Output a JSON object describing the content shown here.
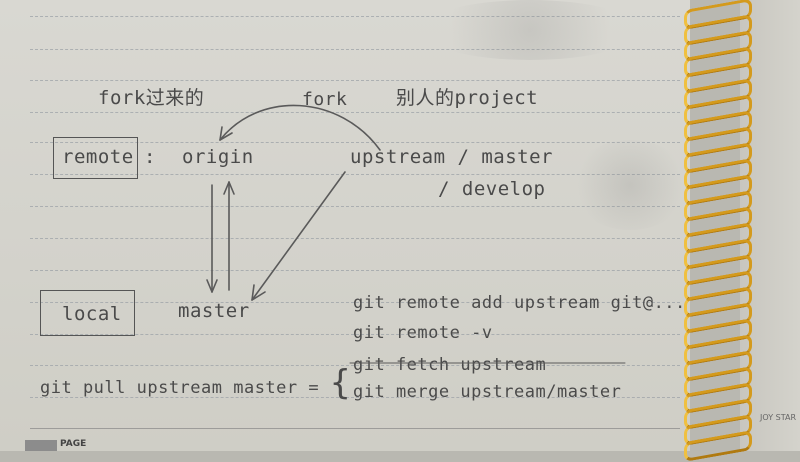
{
  "notes": {
    "fork_origin_caption": "fork过来的",
    "fork_label": "fork",
    "others_project": "别人的project",
    "remote_box": "remote",
    "colon": ":",
    "origin": "origin",
    "upstream_master": "upstream / master",
    "develop": "/ develop",
    "local_box": "local",
    "master": "master",
    "cmd_remote_add": "git remote add upstream git@...",
    "cmd_remote_v": "git remote -v",
    "cmd_pull": "git pull upstream master =",
    "brace": "{",
    "cmd_fetch": "git fetch upstream",
    "cmd_merge": "git merge upstream/master"
  },
  "footer": {
    "page_label": "PAGE",
    "brand": "JOY STAR"
  },
  "colors": {
    "ink": "#4a4a4a",
    "paper": "#d6d5ce",
    "spiral": "#d49a1c"
  }
}
